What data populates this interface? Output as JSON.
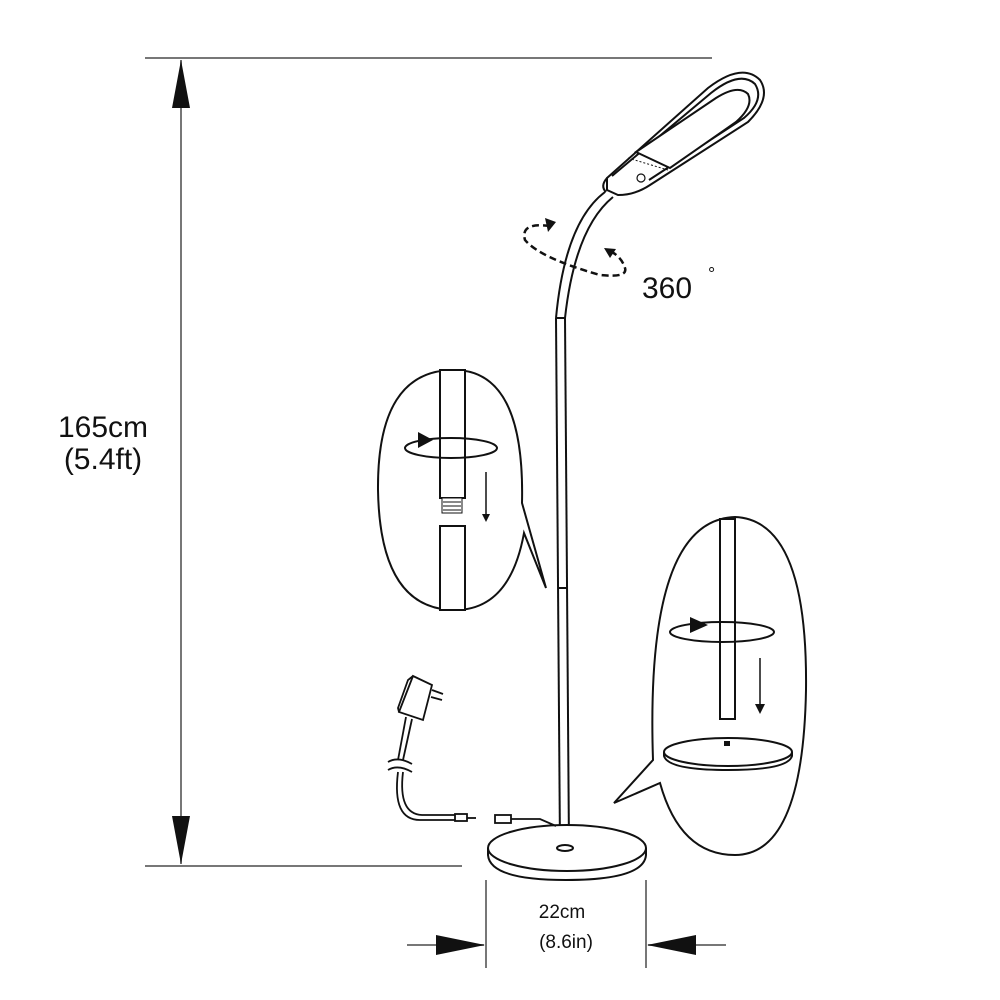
{
  "diagram": {
    "title": "Floor lamp dimensions",
    "height_label": {
      "metric": "165cm",
      "imperial": "(5.4ft)"
    },
    "width_label": {
      "metric": "22cm",
      "imperial": "(8.6in)"
    },
    "rotation_label": {
      "value": "360",
      "unit": "°"
    },
    "callouts": [
      {
        "name": "pole-joint-assembly",
        "description": "Screw upper pole onto lower pole (rotate, push down)"
      },
      {
        "name": "base-assembly",
        "description": "Screw pole into base (rotate, push down)"
      }
    ],
    "parts": [
      "lamp-head",
      "gooseneck",
      "pole",
      "base",
      "power-adapter",
      "dc-cable"
    ],
    "colors": {
      "line": "#111111",
      "dimension_line": "#777777",
      "background": "#ffffff"
    }
  }
}
